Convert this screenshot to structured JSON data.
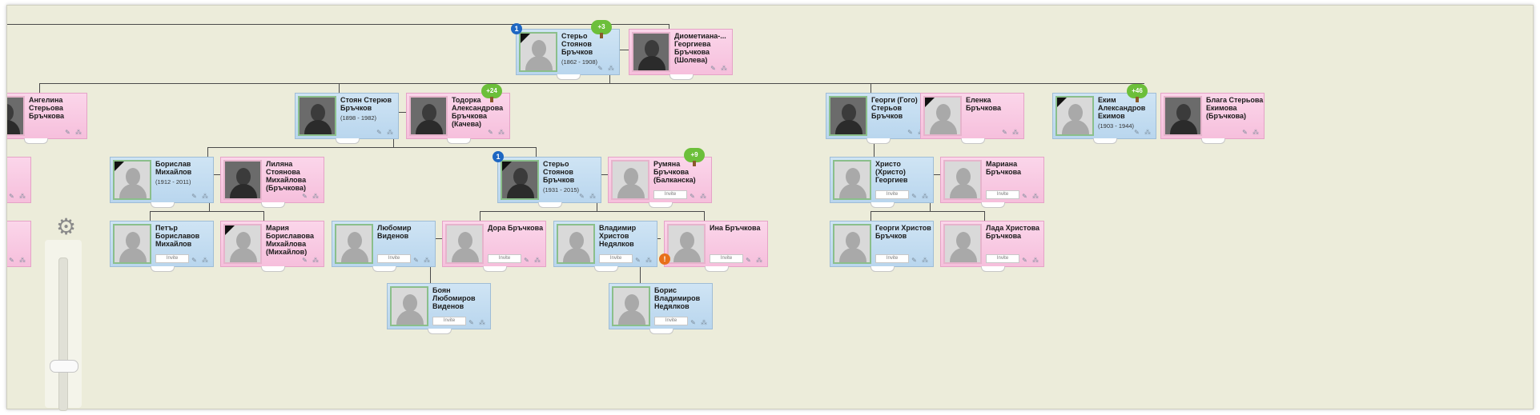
{
  "settings_icon": "gear-icon",
  "people": [
    {
      "id": "p1",
      "name": "Стерьо Стоянов Бръчков",
      "dates": "(1862 - 1908)",
      "gender": "male",
      "photo": false,
      "deceased": true,
      "tree_badge": "+3",
      "num_badge": "1"
    },
    {
      "id": "p2",
      "name": "Диометиана-... Георгиева Бръчкова (Шолева)",
      "dates": "",
      "gender": "female",
      "photo": true
    },
    {
      "id": "p3",
      "name": "Ангелина Стерьова Бръчкова",
      "dates": "",
      "gender": "female",
      "photo": true
    },
    {
      "id": "p4",
      "name": "Стоян Стерюв Бръчков",
      "dates": "(1898 - 1982)",
      "gender": "male",
      "photo": true
    },
    {
      "id": "p5",
      "name": "Тодорка Александрова Бръчкова (Качева)",
      "dates": "",
      "gender": "female",
      "photo": true,
      "tree_badge": "+24"
    },
    {
      "id": "p6",
      "name": "Георги (Гого) Стерьов Бръчков",
      "dates": "",
      "gender": "male",
      "photo": true
    },
    {
      "id": "p7",
      "name": "Еленка Бръчкова",
      "dates": "",
      "gender": "female",
      "photo": false,
      "deceased": true
    },
    {
      "id": "p8",
      "name": "Еким Александров Екимов",
      "dates": "(1903 - 1944)",
      "gender": "male",
      "photo": false,
      "deceased": true,
      "tree_badge": "+46"
    },
    {
      "id": "p9",
      "name": "Блага Стерьова Екимова (Бръчкова)",
      "dates": "",
      "gender": "female",
      "photo": true
    },
    {
      "id": "p10",
      "name": "Борислав Михайлов",
      "dates": "(1912 - 2011)",
      "gender": "male",
      "photo": false,
      "deceased": true
    },
    {
      "id": "p11",
      "name": "Лиляна Стоянова Михайлова (Бръчкова)",
      "dates": "",
      "gender": "female",
      "photo": true
    },
    {
      "id": "p12",
      "name": "Стерьо Стоянов Бръчков",
      "dates": "(1931 - 2015)",
      "gender": "male",
      "photo": true,
      "deceased": true,
      "num_badge": "1"
    },
    {
      "id": "p13",
      "name": "Румяна Бръчкова (Балканска)",
      "dates": "",
      "gender": "female",
      "photo": false,
      "invite": true,
      "tree_badge": "+9"
    },
    {
      "id": "p14",
      "name": "Христо (Христо) Георгиев",
      "dates": "",
      "gender": "male",
      "photo": false,
      "invite": true
    },
    {
      "id": "p15",
      "name": "Мариана Бръчкова",
      "dates": "",
      "gender": "female",
      "photo": false,
      "invite": true
    },
    {
      "id": "p16",
      "name": "Петър Бориславов Михайлов",
      "dates": "",
      "gender": "male",
      "photo": false,
      "invite": true
    },
    {
      "id": "p17",
      "name": "Мария Бориславова Михайлова (Михайлов)",
      "dates": "",
      "gender": "female",
      "photo": false,
      "deceased": true
    },
    {
      "id": "p18",
      "name": "Любомир Виденов",
      "dates": "",
      "gender": "male",
      "photo": false,
      "invite": true
    },
    {
      "id": "p19",
      "name": "Дора Бръчкова",
      "dates": "",
      "gender": "female",
      "photo": false,
      "invite": true
    },
    {
      "id": "p20",
      "name": "Владимир Христов Недялков",
      "dates": "",
      "gender": "male",
      "photo": false,
      "invite": true
    },
    {
      "id": "p21",
      "name": "Ина Бръчкова",
      "dates": "",
      "gender": "female",
      "photo": false,
      "invite": true,
      "warn": "!"
    },
    {
      "id": "p22",
      "name": "Георги Христов Бръчков",
      "dates": "",
      "gender": "male",
      "photo": false,
      "invite": true
    },
    {
      "id": "p23",
      "name": "Лада Христова Бръчкова",
      "dates": "",
      "gender": "female",
      "photo": false,
      "invite": true
    },
    {
      "id": "p24",
      "name": "Боян Любомиров Виденов",
      "dates": "",
      "gender": "male",
      "photo": false,
      "invite": true
    },
    {
      "id": "p25",
      "name": "Борис Владимиров Недялков",
      "dates": "",
      "gender": "male",
      "photo": false,
      "invite": true
    }
  ],
  "invite_label": "Invite",
  "colors": {
    "male": "#c5ddf1",
    "female": "#f8c9e2",
    "background": "#ececda",
    "badge_green": "#6cbf3a",
    "badge_blue": "#1e67c2",
    "badge_orange": "#e8701a"
  }
}
